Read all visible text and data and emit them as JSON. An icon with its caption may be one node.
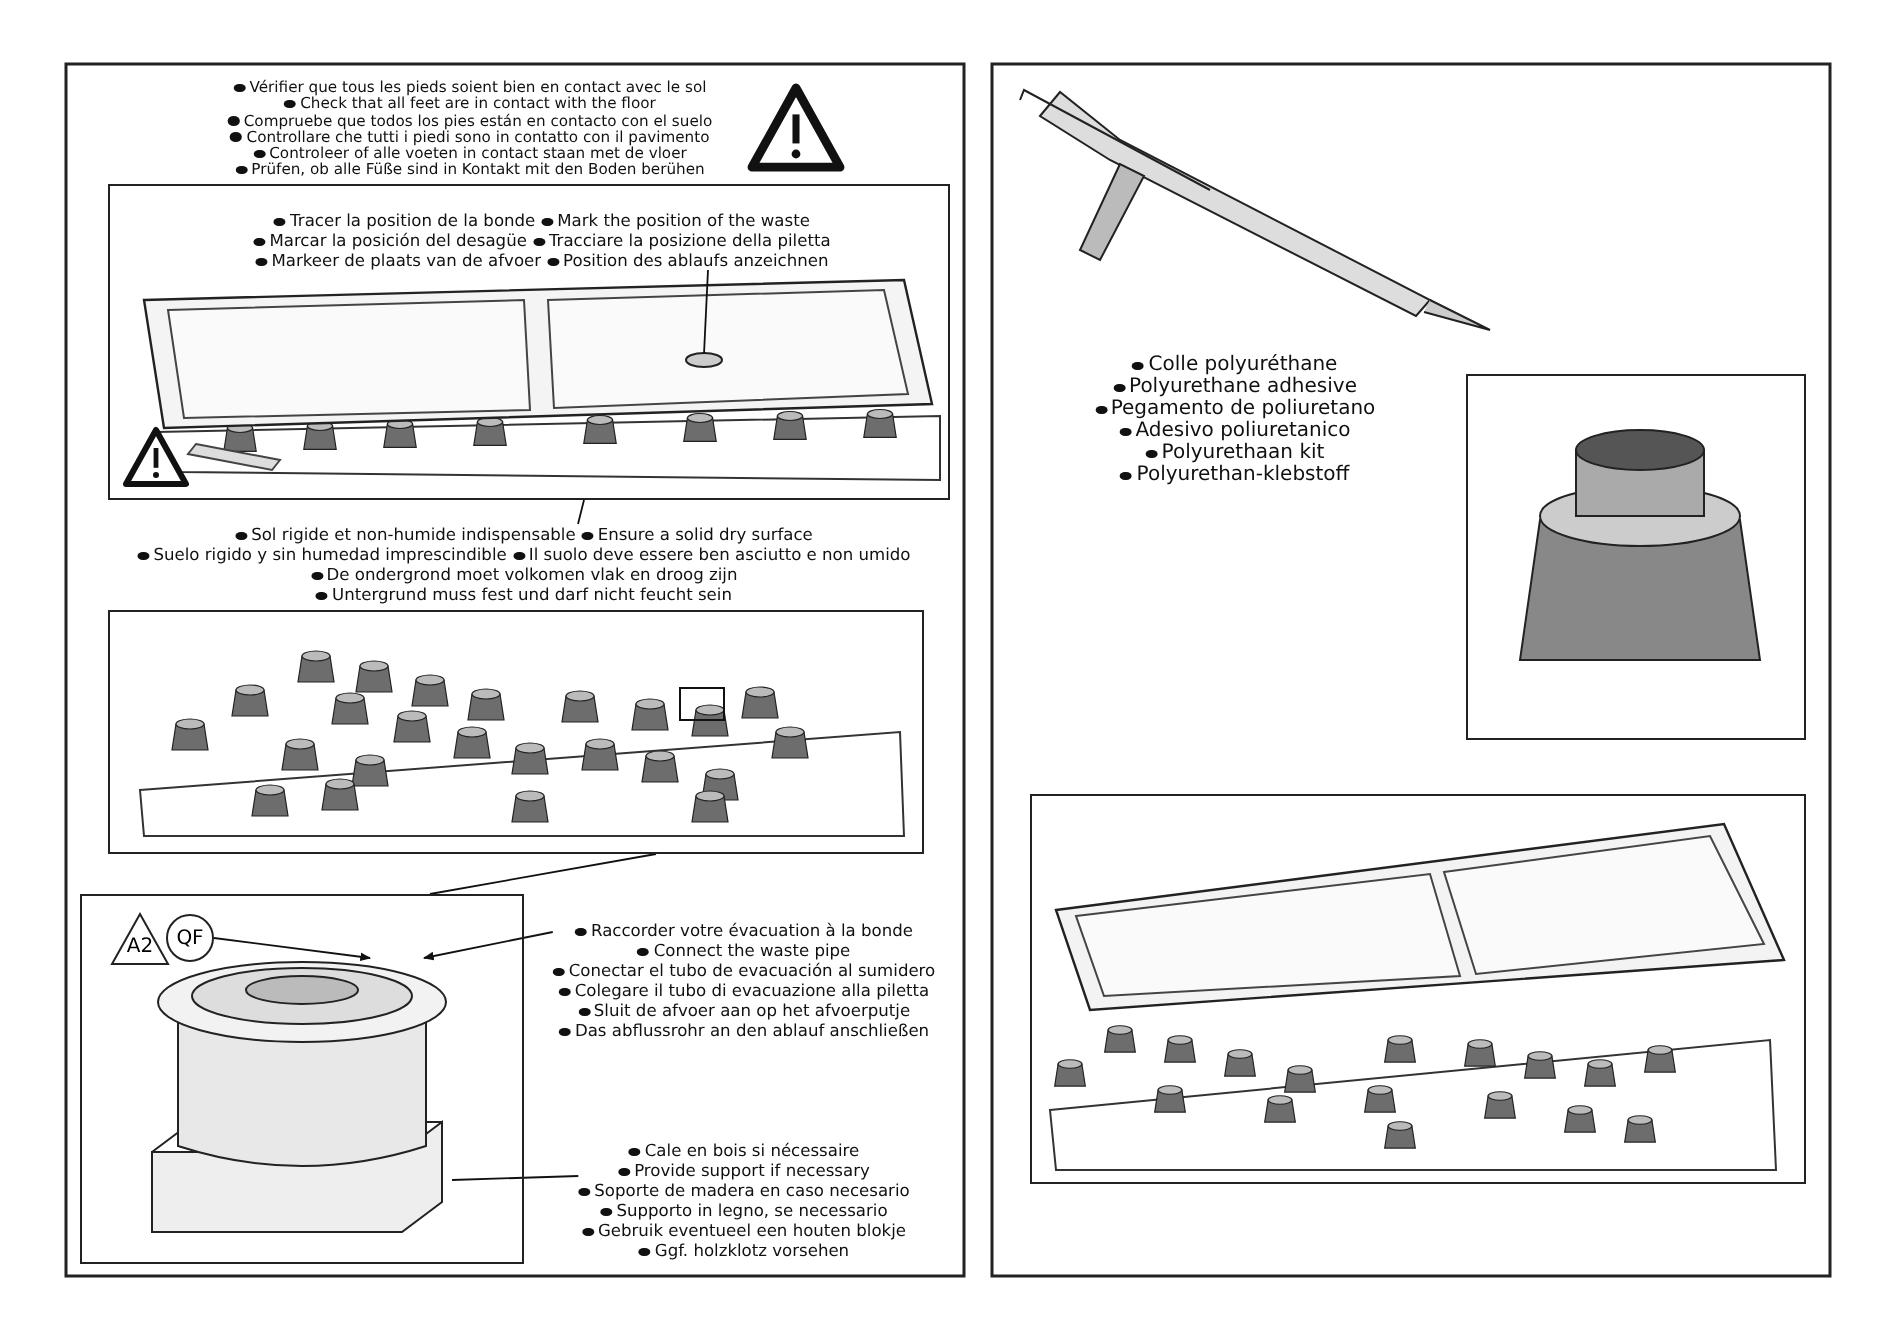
{
  "diagram": {
    "nodes": [
      {
        "text": [],
        "shape": "picture"
      },
      {
        "text": [
          "Tracer la position de la bonde",
          "Mark the position of the waste",
          "Marcar la posición del desagüe",
          "Tracciare la posizione della piletta",
          "Markeer de plaats van de afvoer",
          "Position des ablaufs anzeichnen"
        ],
        "in": 0
      },
      {
        "text": [
          "Sol rigide et non-humide indispensable",
          "Ensure a solid dry surface",
          "Suelo rigido y sin humedad imprescindible",
          "Il suolo deve essere ben asciutto e non umido",
          "De ondergrond moet volkomen vlak en droog zijn",
          "Untergrund muss fest und darf nicht feucht sein"
        ]
      },
      {
        "text": [],
        "shape": "picture"
      },
      {
        "text": [],
        "shape": "picture"
      },
      {
        "text": [
          "A2"
        ],
        "in": 4
      },
      {
        "text": [
          "QF"
        ],
        "in": 4
      },
      {
        "text": [
          "Raccorder votre évacuation à la bonde",
          "Connect the waste pipe",
          "Conectar el tubo de evacuación al sumidero",
          "Colegare il tubo di evacuazione alla piletta",
          "Sluit de afvoer aan op het afvoerputje",
          "Das abflussrohr an den ablauf anschließen"
        ]
      },
      {
        "text": [
          "Cale en bois si nécessaire",
          "Provide support if necessary",
          "Soporte de madera en caso necesario",
          "Supporto in legno, se necessario",
          "Gebruik eventueel een houten blokje",
          "Ggf. holzklotz vorsehen"
        ]
      },
      {
        "text": [],
        "shape": "picture"
      },
      {
        "text": [],
        "shape": "picture"
      },
      {
        "text": [],
        "shape": "picture",
        "in": 4
      }
    ],
    "edges": [
      {
        "from": 1,
        "to": null,
        "arrow": "none"
      },
      {
        "from": 2,
        "to": 0,
        "arrow": "none"
      },
      {
        "from": 3,
        "to": 4,
        "arrow": "none"
      },
      {
        "from": 6,
        "to": 11,
        "arrow": "to"
      },
      {
        "from": 7,
        "to": 11,
        "arrow": "to"
      },
      {
        "from": 8,
        "to": 11,
        "arrow": "none"
      }
    ],
    "labels": [
      "Vérifier que tous les pieds soient bien en contact avec le sol",
      "Check that all feet are in contact with the floor",
      "Compruebe que todos los pies están en contacto con el suelo",
      "Controllare che tutti i piedi sono in contatto con il pavimento",
      "Controleer of alle voeten in contact staan met de vloer",
      "Prüfen, ob alle Füße sind in Kontakt mit den Boden berühen",
      "Colle polyuréthane",
      "Polyurethane adhesive",
      "Pegamento de poliuretano",
      "Adesivo poliuretanico",
      "Polyurethaan kit",
      "Polyurethan-klebstoff"
    ]
  }
}
